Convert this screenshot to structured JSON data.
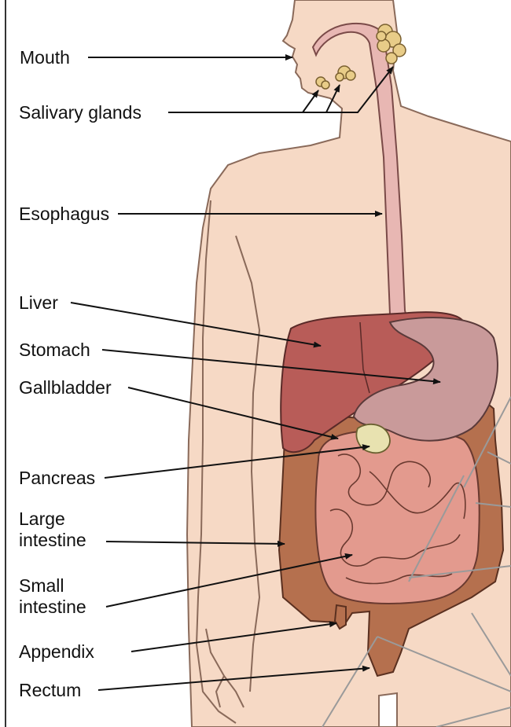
{
  "labels": {
    "mouth": "Mouth",
    "salivary_glands": "Salivary glands",
    "esophagus": "Esophagus",
    "liver": "Liver",
    "stomach": "Stomach",
    "gallbladder": "Gallbladder",
    "pancreas": "Pancreas",
    "large_intestine": "Large\nintestine",
    "small_intestine": "Small\nintestine",
    "appendix": "Appendix",
    "rectum": "Rectum"
  },
  "colors": {
    "skin": "#f6d9c5",
    "skin_outline": "#8a6a5a",
    "esophagus": "#e8b7b3",
    "liver": "#b85c58",
    "stomach": "#c99a9a",
    "gallbladder": "#e8e2b0",
    "large_intestine": "#b5704e",
    "small_intestine": "#e39a8e",
    "salivary": "#e8cc88",
    "leader": "#111111",
    "gray_line": "#9a9a9a"
  }
}
